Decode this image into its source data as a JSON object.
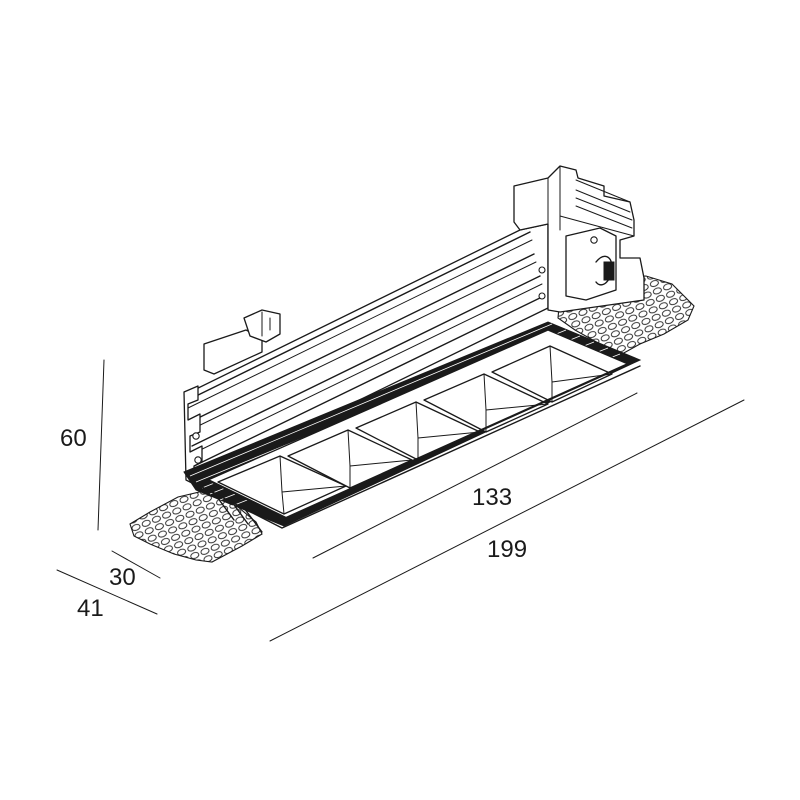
{
  "dimensions": {
    "height": "60",
    "inner_depth": "30",
    "outer_depth": "41",
    "inner_length": "133",
    "outer_length": "199"
  },
  "colors": {
    "line": "#1a1a1a",
    "background": "#ffffff"
  },
  "fixture": {
    "cell_count": 5
  }
}
